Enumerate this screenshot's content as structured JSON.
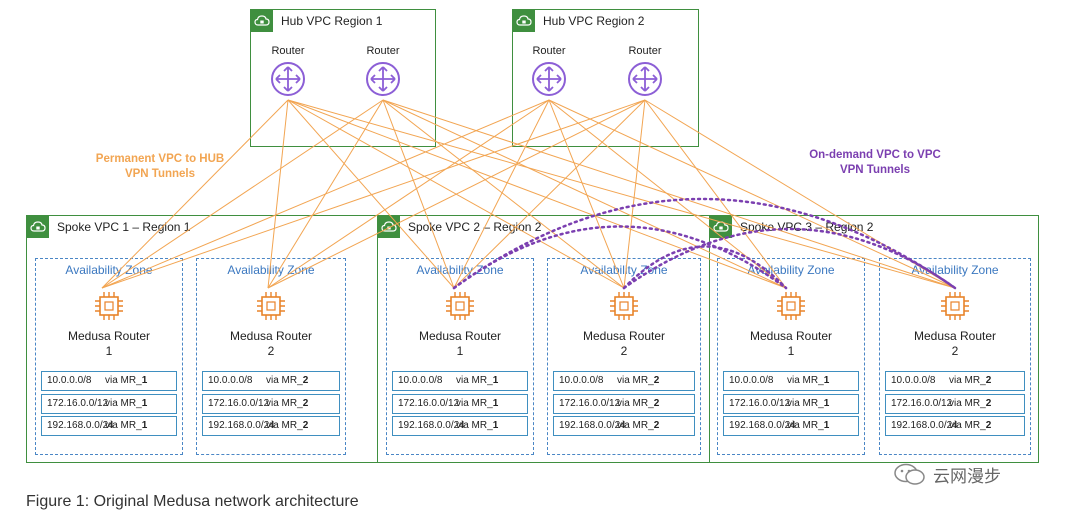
{
  "hubs": [
    {
      "title": "Hub VPC Region 1",
      "routers": [
        "Router",
        "Router"
      ]
    },
    {
      "title": "Hub VPC Region 2",
      "routers": [
        "Router",
        "Router"
      ]
    }
  ],
  "annotations": {
    "permanent": [
      "Permanent VPC to HUB",
      "VPN Tunnels"
    ],
    "ondemand": [
      "On-demand VPC to VPC",
      "VPN Tunnels"
    ]
  },
  "spokes": [
    {
      "title": "Spoke VPC 1 – Region 1",
      "zones": [
        {
          "label": "Availability Zone",
          "router": [
            "Medusa Router",
            "1"
          ],
          "routes": [
            {
              "prefix": "10.0.0.0/8",
              "via": "via MR_",
              "target": "1"
            },
            {
              "prefix": "172.16.0.0/12",
              "via": "via MR_",
              "target": "1"
            },
            {
              "prefix": "192.168.0.0/24",
              "via": "via MR_",
              "target": "1"
            }
          ]
        },
        {
          "label": "Availability Zone",
          "router": [
            "Medusa Router",
            "2"
          ],
          "routes": [
            {
              "prefix": "10.0.0.0/8",
              "via": "via MR_",
              "target": "2"
            },
            {
              "prefix": "172.16.0.0/12",
              "via": "via MR_",
              "target": "2"
            },
            {
              "prefix": "192.168.0.0/24",
              "via": "via MR_",
              "target": "2"
            }
          ]
        }
      ]
    },
    {
      "title": "Spoke VPC 2 – Region 2",
      "zones": [
        {
          "label": "Availability Zone",
          "router": [
            "Medusa Router",
            "1"
          ],
          "routes": [
            {
              "prefix": "10.0.0.0/8",
              "via": "via MR_",
              "target": "1"
            },
            {
              "prefix": "172.16.0.0/12",
              "via": "via MR_",
              "target": "1"
            },
            {
              "prefix": "192.168.0.0/24",
              "via": "via MR_",
              "target": "1"
            }
          ]
        },
        {
          "label": "Availability Zone",
          "router": [
            "Medusa Router",
            "2"
          ],
          "routes": [
            {
              "prefix": "10.0.0.0/8",
              "via": "via MR_",
              "target": "2"
            },
            {
              "prefix": "172.16.0.0/12",
              "via": "via MR_",
              "target": "2"
            },
            {
              "prefix": "192.168.0.0/24",
              "via": "via MR_",
              "target": "2"
            }
          ]
        }
      ]
    },
    {
      "title": "Spoke VPC 3 – Region 2",
      "zones": [
        {
          "label": "Availability Zone",
          "router": [
            "Medusa Router",
            "1"
          ],
          "routes": [
            {
              "prefix": "10.0.0.0/8",
              "via": "via MR_",
              "target": "1"
            },
            {
              "prefix": "172.16.0.0/12",
              "via": "via MR_",
              "target": "1"
            },
            {
              "prefix": "192.168.0.0/24",
              "via": "via MR_",
              "target": "1"
            }
          ]
        },
        {
          "label": "Availability Zone",
          "router": [
            "Medusa Router",
            "2"
          ],
          "routes": [
            {
              "prefix": "10.0.0.0/8",
              "via": "via MR_",
              "target": "2"
            },
            {
              "prefix": "172.16.0.0/12",
              "via": "via MR_",
              "target": "2"
            },
            {
              "prefix": "192.168.0.0/24",
              "via": "via MR_",
              "target": "2"
            }
          ]
        }
      ]
    }
  ],
  "caption": "Figure 1: Original Medusa network architecture",
  "watermark": "云网漫步",
  "colors": {
    "vpc_border": "#3f8f3f",
    "tunnel": "#f2a552",
    "ondemand": "#7b3fb0",
    "router_icon": "#8c5fd6",
    "chip": "#e8832a",
    "zone_border": "#4a86c5"
  }
}
